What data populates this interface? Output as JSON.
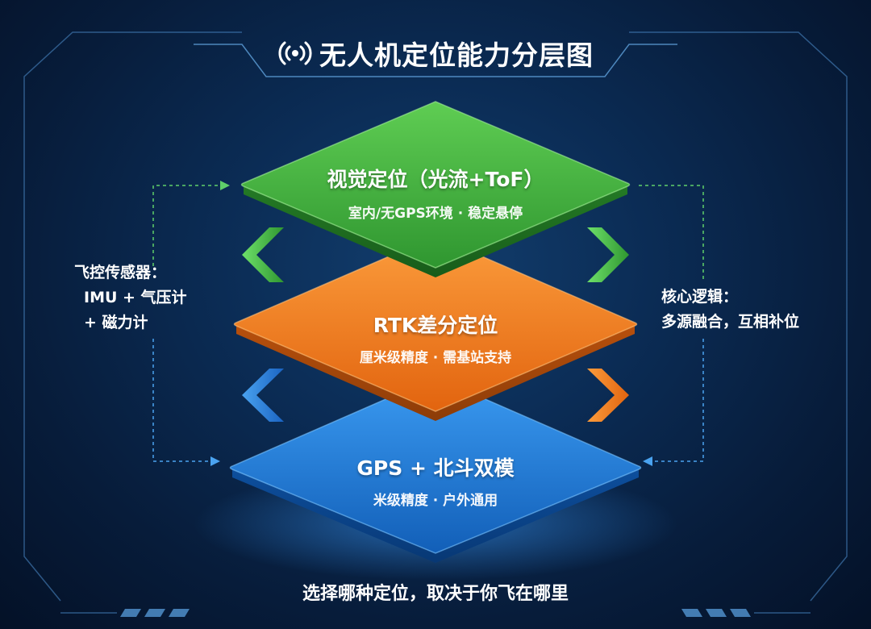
{
  "title": "无人机定位能力分层图",
  "layers": [
    {
      "title": "视觉定位（光流+ToF）",
      "subtitle": "室内/无GPS环境 · 稳定悬停",
      "color": "#3fae3a"
    },
    {
      "title": "RTK差分定位",
      "subtitle": "厘米级精度 · 需基站支持",
      "color": "#f07a1d"
    },
    {
      "title": "GPS + 北斗双模",
      "subtitle": "米级精度 · 户外通用",
      "color": "#1f78d8"
    }
  ],
  "left_panel": {
    "line1": "飞控传感器：",
    "line2": "IMU + 气压计",
    "line3": "+ 磁力计"
  },
  "right_panel": {
    "line1": "核心逻辑：",
    "line2": "多源融合，互相补位"
  },
  "footer": "选择哪种定位，取决于你飞在哪里",
  "colors": {
    "background": "#0b2c55",
    "frame": "#5ea6e8",
    "green": "#3fae3a",
    "orange": "#f07a1d",
    "blue": "#1f78d8",
    "dashed_green": "#5fcf6a",
    "dashed_blue": "#4aa3f0"
  },
  "icons": {
    "title_icon": "signal-broadcast-icon"
  }
}
